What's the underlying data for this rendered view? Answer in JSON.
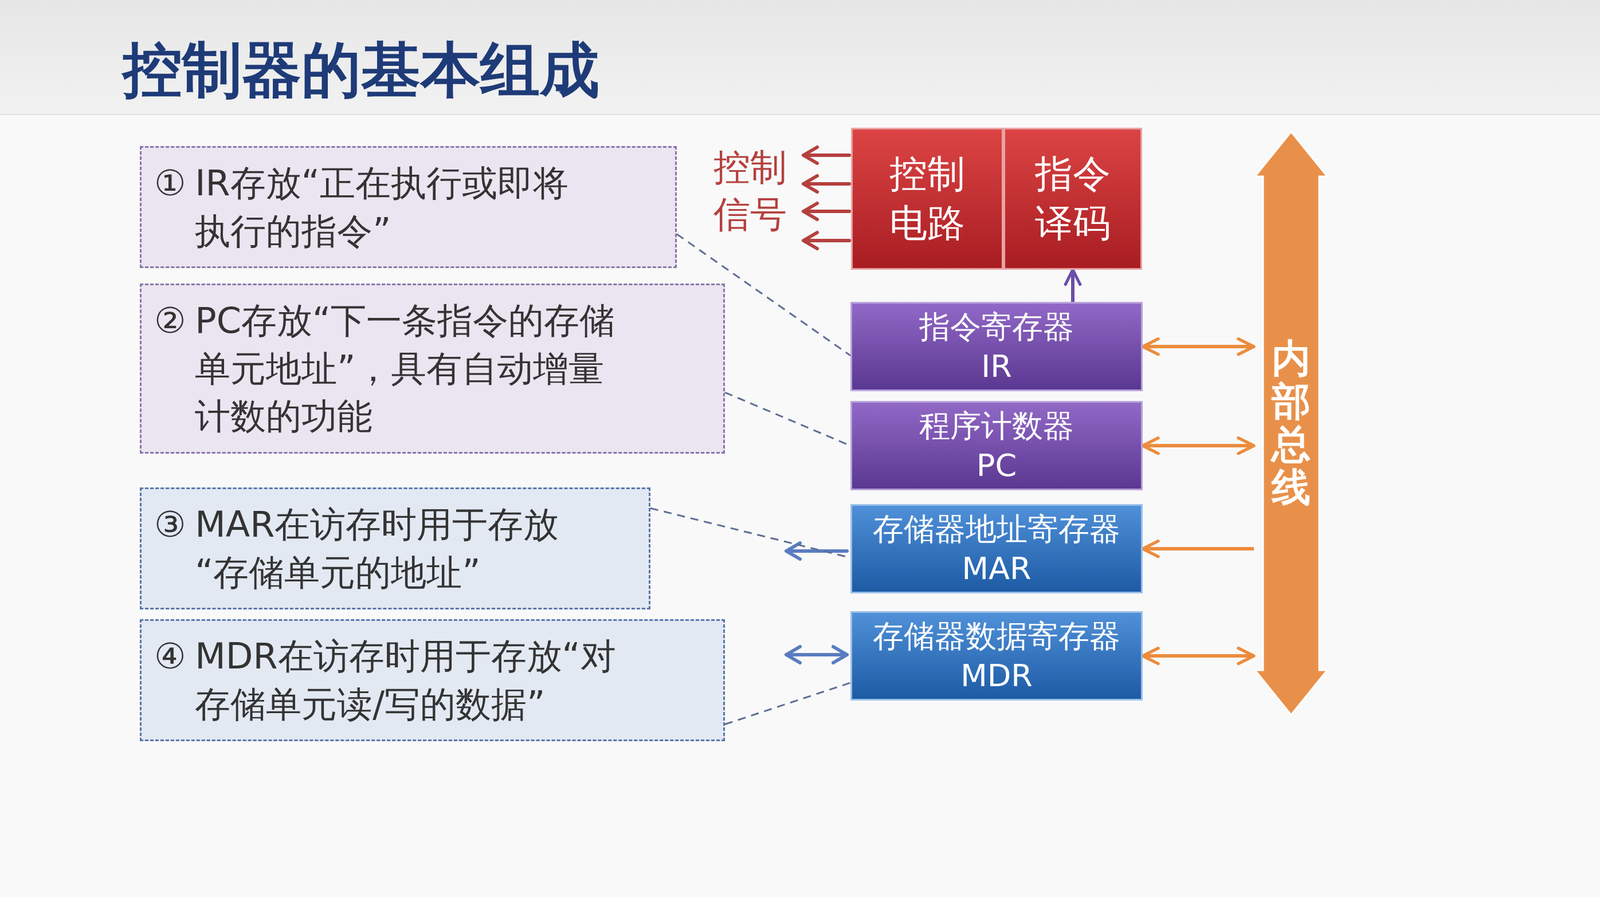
{
  "diagram": {
    "title": "控制器的基本组成",
    "nodes": [
      {
        "text": [
          "①",
          "IR存放“正在执行或即将 执行的指令”"
        ]
      },
      {
        "text": [
          "②",
          "PC存放“下一条指令的存储 单元地址”，具有自动增量 计数的功能"
        ]
      },
      {
        "text": [
          "③",
          "MAR在访存时用于存放 “存储单元的地址”"
        ]
      },
      {
        "text": [
          "④",
          "MDR在访存时用于存放“对 存储单元读/写的数据”"
        ]
      },
      {
        "text": [
          "控制 电路"
        ]
      },
      {
        "text": [
          "指令 译码"
        ]
      },
      {
        "text": [
          "指令寄存器",
          "IR"
        ]
      },
      {
        "text": [
          "程序计数器",
          "PC"
        ]
      },
      {
        "text": [
          "存储器地址寄存器",
          "MAR"
        ]
      },
      {
        "text": [
          "存储器数据寄存器",
          "MDR"
        ]
      },
      {
        "text": [
          "内部总线"
        ]
      }
    ],
    "edges": [
      {
        "from": 6,
        "to": 5,
        "arrow": "to"
      },
      {
        "from": 6,
        "to": 10,
        "arrow": "both"
      },
      {
        "from": 7,
        "to": 10,
        "arrow": "both"
      },
      {
        "from": 10,
        "to": 8,
        "arrow": "to"
      },
      {
        "from": 9,
        "to": 10,
        "arrow": "both"
      },
      {
        "from": 0,
        "to": 6,
        "arrow": "none"
      },
      {
        "from": 1,
        "to": 7,
        "arrow": "none"
      },
      {
        "from": 2,
        "to": 8,
        "arrow": "none"
      },
      {
        "from": 3,
        "to": 9,
        "arrow": "none"
      }
    ],
    "labels": [
      "控制 信号"
    ]
  }
}
